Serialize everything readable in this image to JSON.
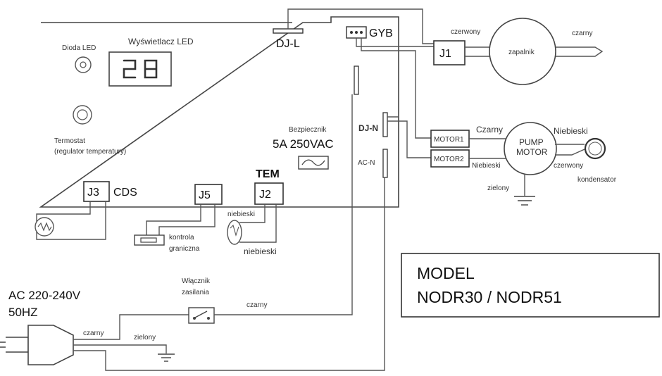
{
  "board": {
    "led_diode_label": "Dioda LED",
    "led_display_label": "Wyświetlacz LED",
    "display_value": "28",
    "thermostat_line1": "Termostat",
    "thermostat_line2": "(regulator temperatury)",
    "fuse_label": "Bezpiecznik",
    "fuse_rating": "5A 250VAC",
    "dj_l": "DJ-L",
    "gyb": "GYB",
    "dj_n": "DJ-N",
    "ac_n": "AC-N",
    "j3": "J3",
    "cds": "CDS",
    "j5": "J5",
    "j2": "J2",
    "tem": "TEM"
  },
  "igniter": {
    "j1": "J1",
    "red_wire": "czerwony",
    "black_wire": "czarny",
    "label": "zapalnik"
  },
  "pump": {
    "motor1": "MOTOR1",
    "motor2": "MOTOR2",
    "pump_line1": "PUMP",
    "pump_line2": "MOTOR",
    "black_wire": "Czarny",
    "blue_wire_left": "Niebieski",
    "blue_wire_right": "Niebieski",
    "red_wire": "czerwony",
    "green_wire": "zielony",
    "capacitor": "kondensator"
  },
  "sensors": {
    "limit_control_line1": "kontrola",
    "limit_control_line2": "graniczna",
    "tem_wire_top": "niebieski",
    "tem_wire_bottom": "niebieski"
  },
  "power": {
    "voltage": "AC 220-240V",
    "frequency": "50HZ",
    "switch_line1": "Włącznik",
    "switch_line2": "zasilania",
    "black_wire_plug": "czarny",
    "black_wire_switch": "czarny",
    "green_wire": "zielony"
  },
  "model": {
    "line1": "MODEL",
    "line2": "NODR30 / NODR51"
  }
}
